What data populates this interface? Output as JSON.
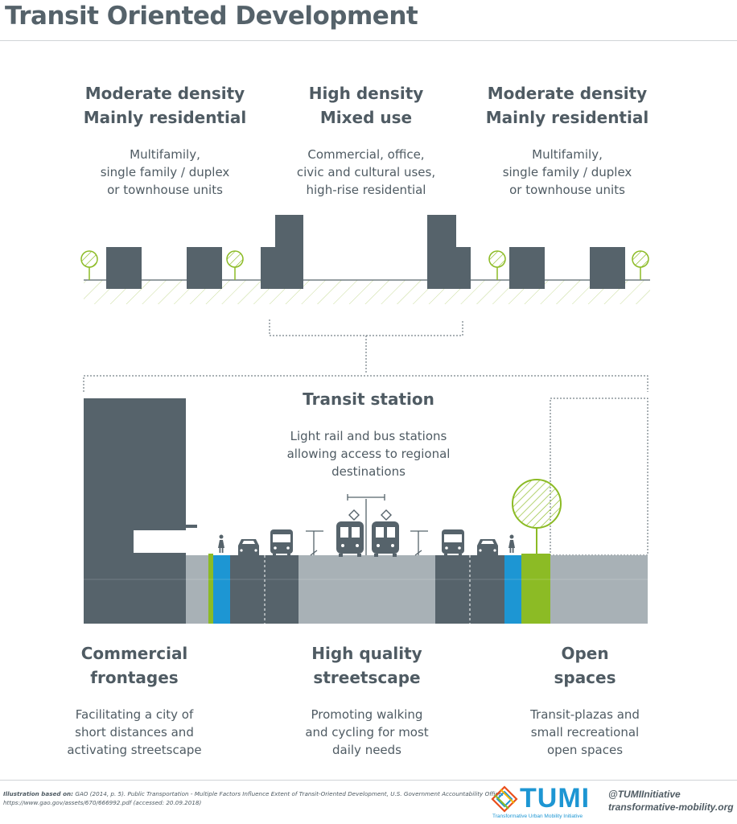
{
  "title": "Transit Oriented Development",
  "top": {
    "left": {
      "heading": "Moderate density\nMainly residential",
      "text": "Multifamily,\nsingle family / duplex\nor townhouse units"
    },
    "center": {
      "heading": "High density\nMixed use",
      "text": "Commercial, office,\ncivic and cultural uses,\nhigh-rise residential"
    },
    "right": {
      "heading": "Moderate density\nMainly residential",
      "text": "Multifamily,\nsingle family / duplex\nor townhouse units"
    }
  },
  "station": {
    "heading": "Transit station",
    "text": "Light rail and bus stations\nallowing access to regional\ndestinations"
  },
  "bottom": {
    "left": {
      "heading": "Commercial\nfrontages",
      "text": "Facilitating a city of\nshort distances and\nactivating streetscape"
    },
    "center": {
      "heading": "High quality\nstreetscape",
      "text": "Promoting walking\nand cycling for most\ndaily needs"
    },
    "right": {
      "heading": "Open\nspaces",
      "text": "Transit-plazas and\nsmall recreational\nopen spaces"
    }
  },
  "footer": {
    "label": "Illustration based on:",
    "citation": "GAO (2014, p. 5). Public Transportation - Multiple Factors Influence Extent of Transit-Oriented Development, U.S. Government Accountability Office.",
    "url": "https://www.gao.gov/assets/670/666992.pdf (accessed: 20.09.2018)",
    "logo_text": "TUMI",
    "logo_sub": "Transformative Urban Mobility Initiative",
    "handle": "@TUMIInitiative",
    "website": "transformative-mobility.org"
  },
  "colors": {
    "building": "#56636b",
    "road": "#56636b",
    "sidewalk": "#a8b1b6",
    "bike_lane": "#1d96d3",
    "green": "#8cbb25",
    "text": "#4f5b63"
  },
  "icons": [
    "tree-icon",
    "car-icon",
    "bus-icon",
    "tram-icon",
    "pedestrian-icon",
    "tram-stop-icon"
  ]
}
